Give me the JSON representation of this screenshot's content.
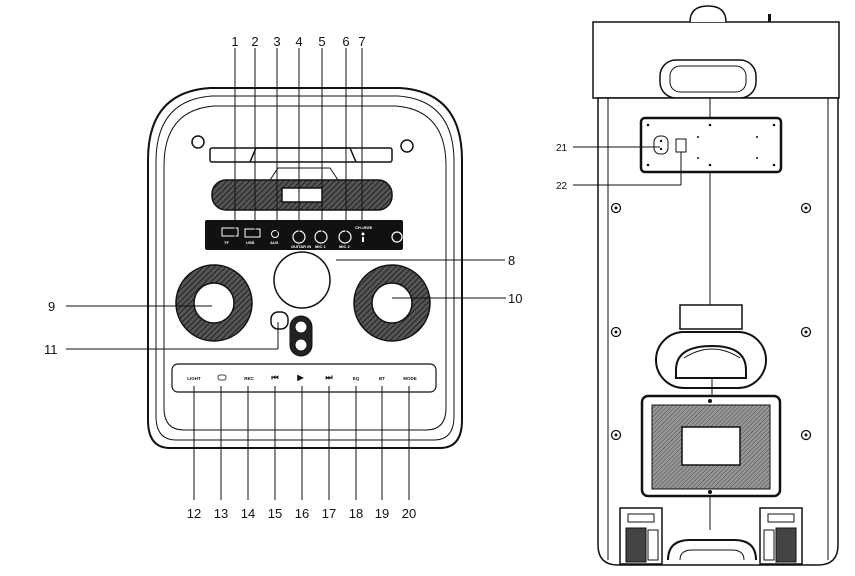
{
  "front_panel": {
    "jack_labels": {
      "tf": "TF",
      "usb": "USB",
      "aux": "AUX",
      "guitar": "GUITAR IN",
      "mic1": "MIC 1",
      "mic2": "MIC 2",
      "charge": "CHARGE"
    },
    "buttons": [
      "LIGHT",
      "",
      "REC",
      "⏮",
      "▶  ",
      "⏭",
      "EQ",
      "BT",
      "MODE"
    ],
    "callouts_top": [
      "1",
      "2",
      "3",
      "4",
      "5",
      "6",
      "7"
    ],
    "callouts_side": {
      "c8": "8",
      "c9": "9",
      "c10": "10",
      "c11": "11"
    },
    "callouts_bottom": [
      "12",
      "13",
      "14",
      "15",
      "16",
      "17",
      "18",
      "19",
      "20"
    ]
  },
  "rear_panel": {
    "callouts": {
      "c21": "21",
      "c22": "22"
    }
  }
}
